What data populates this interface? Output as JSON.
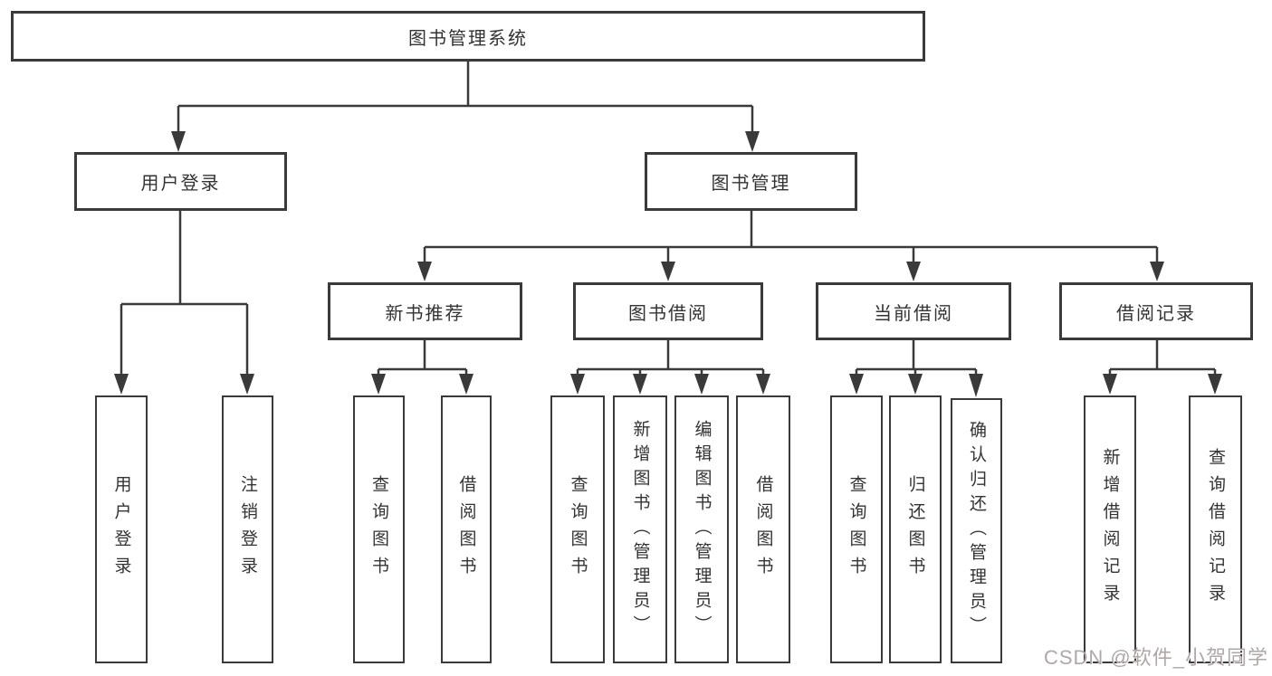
{
  "nodes": {
    "root": "图书管理系统",
    "user_login": "用户登录",
    "book_management": "图书管理",
    "new_book_rec": "新书推荐",
    "book_borrowing": "图书借阅",
    "current_borrowing": "当前借阅",
    "borrowing_records": "借阅记录",
    "leaf_user_login": "用户登录",
    "leaf_logout": "注销登录",
    "leaf_query_books_1": "查询图书",
    "leaf_borrow_books_1": "借阅图书",
    "leaf_query_books_2": "查询图书",
    "leaf_add_books": "新增图书（管理员）",
    "leaf_edit_books": "编辑图书（管理员）",
    "leaf_borrow_books_2": "借阅图书",
    "leaf_query_books_3": "查询图书",
    "leaf_return_books": "归还图书",
    "leaf_confirm_return": "确认归还（管理员）",
    "leaf_add_borrow_record": "新增借阅记录",
    "leaf_query_borrow_record": "查询借阅记录"
  },
  "hierarchy": {
    "图书管理系统": {
      "用户登录": [
        "用户登录",
        "注销登录"
      ],
      "图书管理": {
        "新书推荐": [
          "查询图书",
          "借阅图书"
        ],
        "图书借阅": [
          "查询图书",
          "新增图书（管理员）",
          "编辑图书（管理员）",
          "借阅图书"
        ],
        "当前借阅": [
          "查询图书",
          "归还图书",
          "确认归还（管理员）"
        ],
        "借阅记录": [
          "新增借阅记录",
          "查询借阅记录"
        ]
      }
    }
  },
  "colors": {
    "line": "#3a3a3a",
    "text": "#333333",
    "watermark": "#b0a7a7",
    "background": "#ffffff"
  },
  "watermark": {
    "text": "CSDN @软件_小贺同学"
  }
}
